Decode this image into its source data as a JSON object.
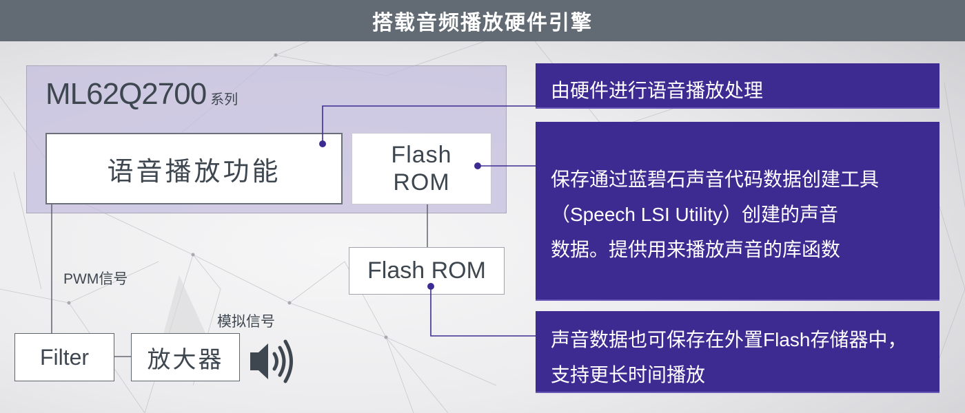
{
  "header": {
    "title": "搭载音频播放硬件引擎"
  },
  "chip": {
    "model": "ML62Q2700",
    "suffix": "系列"
  },
  "blocks": {
    "voice_playback": "语音播放功能",
    "internal_flash": [
      "Flash",
      "ROM"
    ],
    "external_flash": "Flash ROM",
    "filter": "Filter",
    "amplifier": "放大器"
  },
  "signals": {
    "pwm": "PWM信号",
    "analog": "模拟信号"
  },
  "callouts": [
    {
      "lines": [
        "由硬件进行语音播放处理"
      ]
    },
    {
      "lines": [
        "保存通过蓝碧石声音代码数据创建工具",
        "（Speech LSI Utility）创建的声音",
        "数据。提供用来播放声音的库函数"
      ]
    },
    {
      "lines": [
        "声音数据也可保存在外置Flash存储器中，",
        "支持更长时间播放"
      ]
    }
  ],
  "icons": {
    "speaker": "speaker-volume-icon"
  },
  "colors": {
    "header_bg": "#626b74",
    "callout_bg": "#3e2b91",
    "connector": "#3e2b91",
    "chip_frame": "#c4bcde",
    "text_dark": "#3e4750"
  }
}
